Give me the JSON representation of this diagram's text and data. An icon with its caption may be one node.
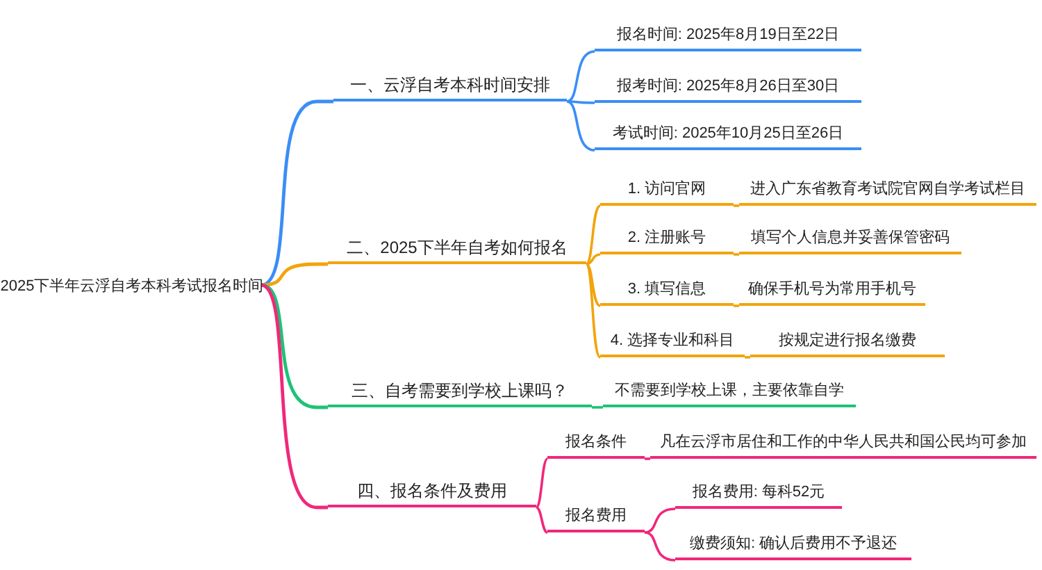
{
  "diagram": {
    "nodes": [
      {
        "text": [
          "2025下半年云浮自考本科考试报名时间"
        ]
      },
      {
        "text": [
          "一、云浮自考本科时间安排"
        ]
      },
      {
        "text": [
          "报名时间: 2025年8月19日至22日"
        ]
      },
      {
        "text": [
          "报考时间: 2025年8月26日至30日"
        ]
      },
      {
        "text": [
          "考试时间: 2025年10月25日至26日"
        ]
      },
      {
        "text": [
          "二、2025下半年自考如何报名"
        ]
      },
      {
        "text": [
          "1. 访问官网"
        ]
      },
      {
        "text": [
          "进入广东省教育考试院官网自学考试栏目"
        ]
      },
      {
        "text": [
          "2. 注册账号"
        ]
      },
      {
        "text": [
          "填写个人信息并妥善保管密码"
        ]
      },
      {
        "text": [
          "3. 填写信息"
        ]
      },
      {
        "text": [
          "确保手机号为常用手机号"
        ]
      },
      {
        "text": [
          "4. 选择专业和科目"
        ]
      },
      {
        "text": [
          "按规定进行报名缴费"
        ]
      },
      {
        "text": [
          "三、自考需要到学校上课吗？"
        ]
      },
      {
        "text": [
          "不需要到学校上课，主要依靠自学"
        ]
      },
      {
        "text": [
          "四、报名条件及费用"
        ]
      },
      {
        "text": [
          "报名条件"
        ]
      },
      {
        "text": [
          "凡在云浮市居住和工作的中华人民共和国公民均可参加"
        ]
      },
      {
        "text": [
          "报名费用"
        ]
      },
      {
        "text": [
          "报名费用: 每科52元"
        ]
      },
      {
        "text": [
          "缴费须知: 确认后费用不予退还"
        ]
      }
    ],
    "edges": [
      {
        "from": 0,
        "to": 1,
        "arrow": "none",
        "color": "#3a8ef6"
      },
      {
        "from": 1,
        "to": 2,
        "arrow": "none",
        "color": "#3a8ef6"
      },
      {
        "from": 1,
        "to": 3,
        "arrow": "none",
        "color": "#3a8ef6"
      },
      {
        "from": 1,
        "to": 4,
        "arrow": "none",
        "color": "#3a8ef6"
      },
      {
        "from": 0,
        "to": 5,
        "arrow": "none",
        "color": "#f2a40c"
      },
      {
        "from": 5,
        "to": 6,
        "arrow": "none",
        "color": "#f2a40c"
      },
      {
        "from": 6,
        "to": 7,
        "arrow": "none",
        "color": "#f2a40c"
      },
      {
        "from": 5,
        "to": 8,
        "arrow": "none",
        "color": "#f2a40c"
      },
      {
        "from": 8,
        "to": 9,
        "arrow": "none",
        "color": "#f2a40c"
      },
      {
        "from": 5,
        "to": 10,
        "arrow": "none",
        "color": "#f2a40c"
      },
      {
        "from": 10,
        "to": 11,
        "arrow": "none",
        "color": "#f2a40c"
      },
      {
        "from": 5,
        "to": 12,
        "arrow": "none",
        "color": "#f2a40c"
      },
      {
        "from": 12,
        "to": 13,
        "arrow": "none",
        "color": "#f2a40c"
      },
      {
        "from": 0,
        "to": 14,
        "arrow": "none",
        "color": "#1ec276"
      },
      {
        "from": 14,
        "to": 15,
        "arrow": "none",
        "color": "#1ec276"
      },
      {
        "from": 0,
        "to": 16,
        "arrow": "none",
        "color": "#f0287a"
      },
      {
        "from": 16,
        "to": 17,
        "arrow": "none",
        "color": "#f0287a"
      },
      {
        "from": 17,
        "to": 18,
        "arrow": "none",
        "color": "#f0287a"
      },
      {
        "from": 16,
        "to": 19,
        "arrow": "none",
        "color": "#f0287a"
      },
      {
        "from": 19,
        "to": 20,
        "arrow": "none",
        "color": "#f0287a"
      },
      {
        "from": 19,
        "to": 21,
        "arrow": "none",
        "color": "#f0287a"
      }
    ]
  }
}
